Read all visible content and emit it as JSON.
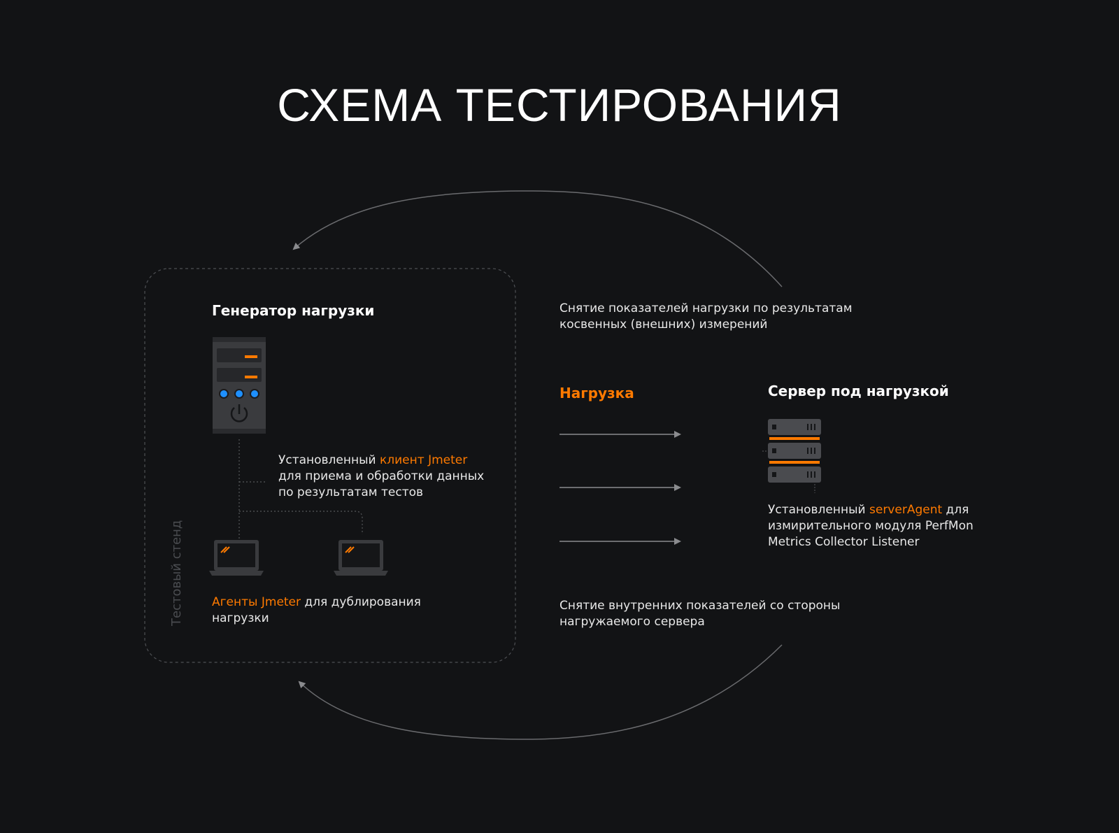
{
  "title": "СХЕМА ТЕСТИРОВАНИЯ",
  "test_bench": {
    "side_label": "Тестовый стенд",
    "generator_heading": "Генератор нагрузки",
    "client_text": {
      "prefix": "Установленный ",
      "accent": "клиент  Jmeter",
      "line2": "для приема и обработки данных",
      "line3": "по результатам тестов"
    },
    "agents_text": {
      "accent": "Агенты Jmeter",
      "rest": " для дублирования",
      "line2": "нагрузки"
    }
  },
  "external_metrics": {
    "line1": "Снятие показателей нагрузки по результатам",
    "line2": "косвенных (внешних) измерений"
  },
  "load_label": "Нагрузка",
  "server": {
    "heading": "Сервер под нагрузкой",
    "text": {
      "prefix": "Установленный ",
      "accent": "serverAgent",
      "suffix": " для",
      "line2": "измирительного модуля PerfMon",
      "line3": "Metrics Collector Listener"
    }
  },
  "internal_metrics": {
    "line1": "Снятие внутренних показателей со стороны",
    "line2": "нагружаемого сервера"
  },
  "colors": {
    "background": "#121315",
    "accent": "#ff7a00",
    "led_blue": "#1e90ff",
    "device_gray": "#3a3b3e",
    "line_gray": "#6a6b6e"
  },
  "icons": [
    "server-tower-icon",
    "laptop-icon",
    "laptop-icon",
    "server-rack-icon",
    "arrow-icon"
  ]
}
